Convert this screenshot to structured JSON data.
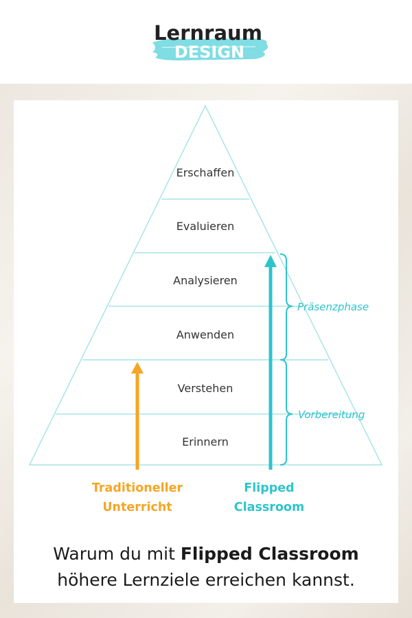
{
  "logo": {
    "line1": "Lernraum",
    "line2": "DESIGN"
  },
  "pyramid": {
    "levels": [
      "Erschaffen",
      "Evaluieren",
      "Analysieren",
      "Anwenden",
      "Verstehen",
      "Erinnern"
    ]
  },
  "phases": {
    "presence": "Präsenzphase",
    "preparation": "Vorbereitung"
  },
  "approaches": {
    "traditional": [
      "Traditioneller",
      "Unterricht"
    ],
    "flipped": [
      "Flipped",
      "Classroom"
    ]
  },
  "tagline": {
    "prefix": "Warum du mit ",
    "bold": "Flipped Classroom",
    "line2": "höhere Lernziele erreichen kannst."
  },
  "colors": {
    "pyramid_line": "#a8e4e8",
    "traditional": "#f5a623",
    "flipped": "#2ec4cc",
    "text": "#333333",
    "logo_brush": "#7fdde3"
  }
}
